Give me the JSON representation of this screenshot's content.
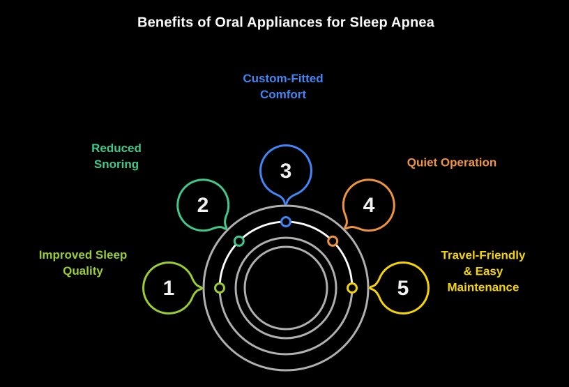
{
  "title": "Benefits of Oral Appliances for Sleep Apnea",
  "colors": {
    "background": "#000000",
    "title_text": "#fafafa",
    "ring_gray": "#b0b0b0",
    "ring_highlight": "#ffffff",
    "dot_fill": "#000000",
    "number_text": "#f1f1f1"
  },
  "items": [
    {
      "number": "1",
      "label": "Improved Sleep\nQuality",
      "color": "#9acd32"
    },
    {
      "number": "2",
      "label": "Reduced\nSnoring",
      "color": "#41c88a"
    },
    {
      "number": "3",
      "label": "Custom-Fitted\nComfort",
      "color": "#4285f4"
    },
    {
      "number": "4",
      "label": "Quiet Operation",
      "color": "#ee9440"
    },
    {
      "number": "5",
      "label": "Travel-Friendly\n& Easy\nMaintenance",
      "color": "#f4d503"
    }
  ]
}
